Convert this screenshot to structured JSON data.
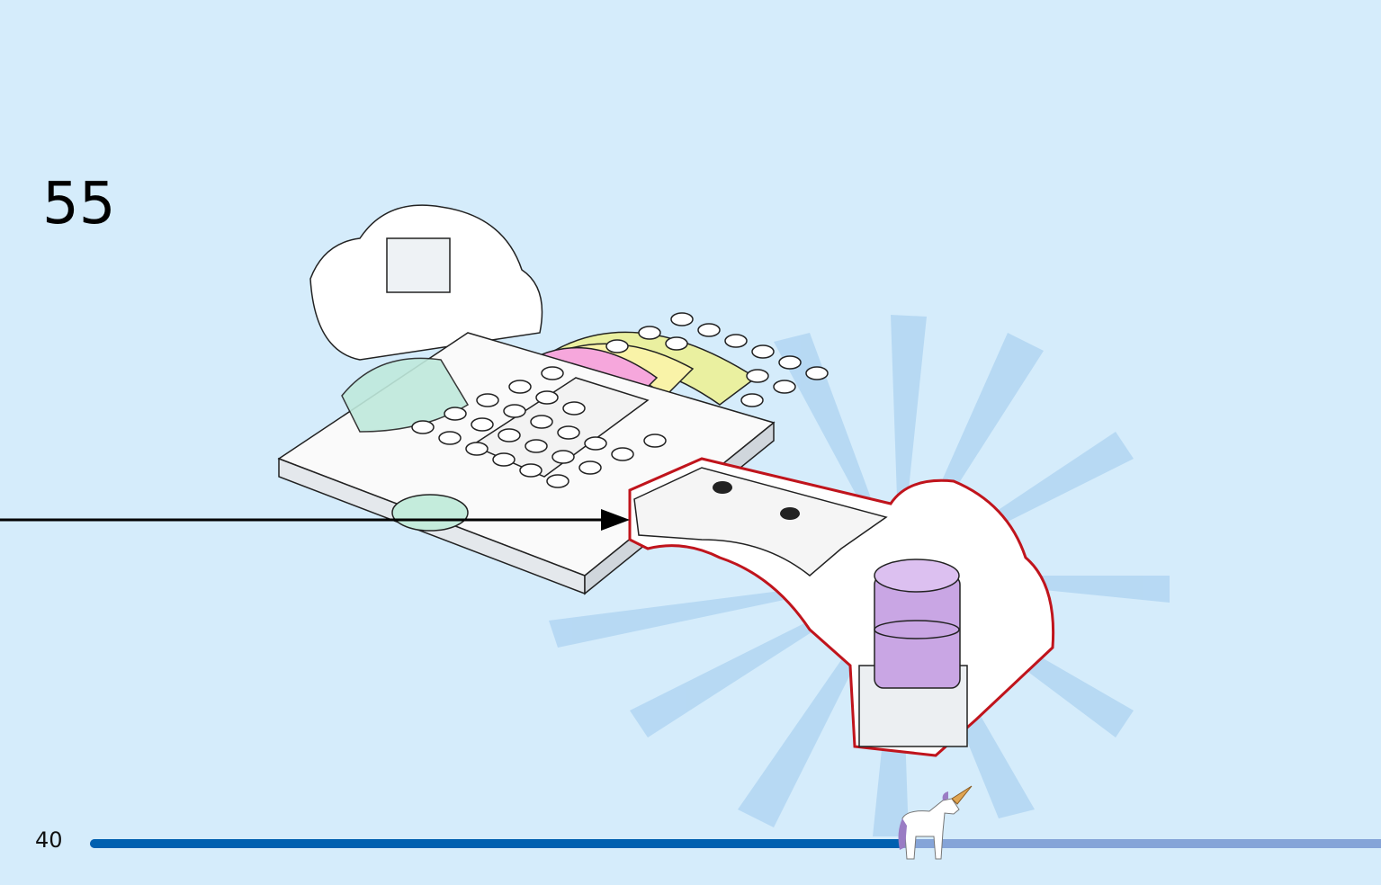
{
  "step": {
    "number": "55"
  },
  "page": {
    "number": "40"
  },
  "progress": {
    "fraction": 0.63,
    "fill_color": "#0060b0",
    "track_color": "#85a4d8"
  },
  "colors": {
    "background": "#d5ecfb",
    "highlight_outline": "#c0141c",
    "brick_purple": "#c9a6e4"
  },
  "icons": [
    "unicorn-figure",
    "insertion-arrow"
  ]
}
